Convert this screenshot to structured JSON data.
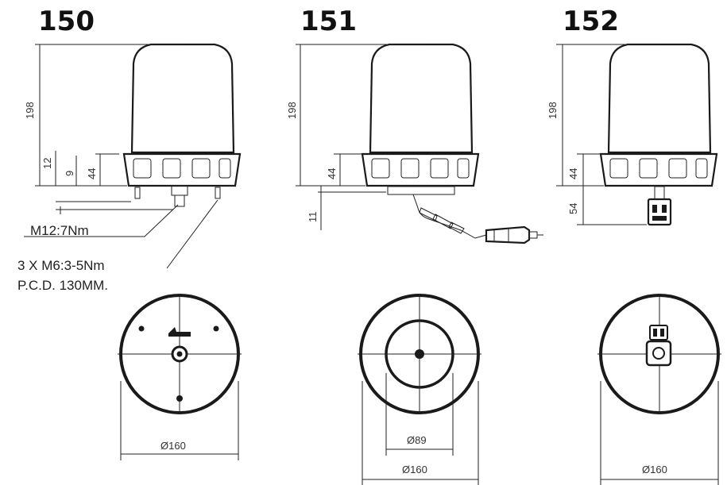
{
  "models": {
    "m150": {
      "number": "150",
      "dims": {
        "height": "198",
        "d1": "12",
        "d2": "9",
        "d3": "44"
      },
      "notes": {
        "torque_center": "M12:7Nm",
        "bolts": "3 X M6:3-5Nm",
        "pcd": "P.C.D. 130MM."
      },
      "diameter": "Ø160"
    },
    "m151": {
      "number": "151",
      "dims": {
        "height": "198",
        "base": "44",
        "offset": "11"
      },
      "diameter_inner": "Ø89",
      "diameter": "Ø160"
    },
    "m152": {
      "number": "152",
      "dims": {
        "height": "198",
        "base": "44",
        "connector": "54"
      },
      "diameter": "Ø160"
    }
  }
}
